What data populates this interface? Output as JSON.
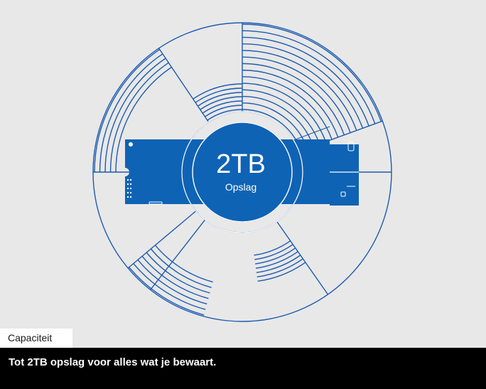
{
  "illustration": {
    "capacity": "2TB",
    "capacity_label": "Opslag"
  },
  "caption": {
    "tag": "Capaciteit",
    "text": "Tot 2TB opslag voor alles wat je bewaart."
  },
  "colors": {
    "background": "#e8e8e8",
    "line": "#1d5bb0",
    "ssd_fill": "#0f63b4",
    "caption_bg": "#000000",
    "tag_bg": "#ffffff"
  }
}
